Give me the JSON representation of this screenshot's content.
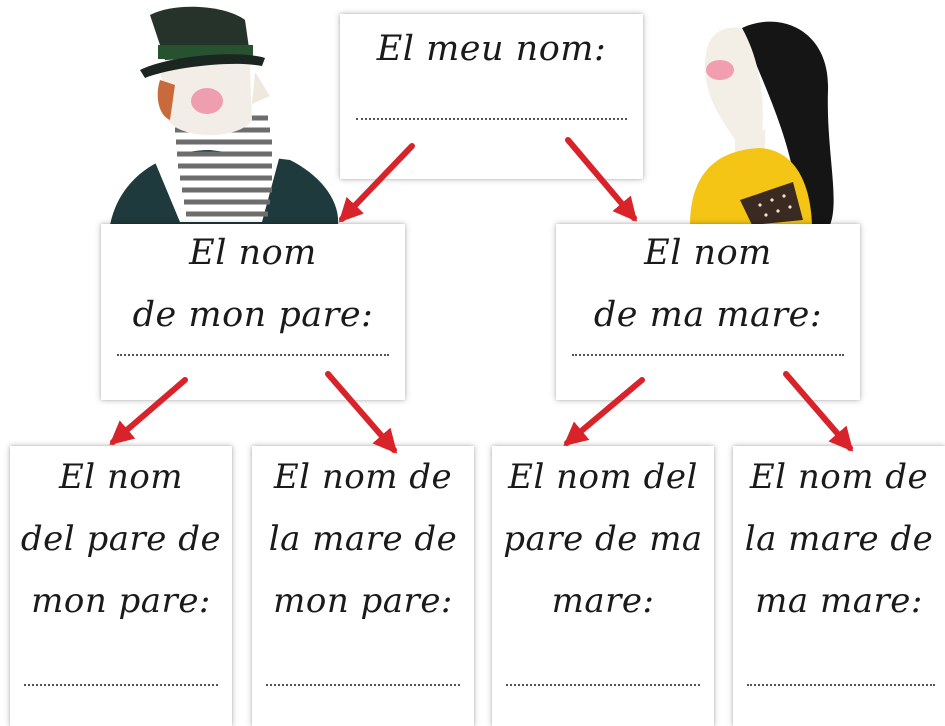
{
  "me": {
    "label": "El meu nom:"
  },
  "father": {
    "line1": "El nom",
    "line2": "de mon pare:"
  },
  "mother": {
    "line1": "El nom",
    "line2": "de ma mare:"
  },
  "grandparents": [
    {
      "line1": "El nom",
      "line2": "del pare de",
      "line3": "mon pare:"
    },
    {
      "line1": "El nom de",
      "line2": "la mare de",
      "line3": "mon pare:"
    },
    {
      "line1": "El nom del",
      "line2": "pare de ma",
      "line3": "mare:"
    },
    {
      "line1": "El nom de",
      "line2": "la mare de",
      "line3": "ma mare:"
    }
  ],
  "colors": {
    "arrow": "#d8232a",
    "card_text": "#1a1a1a",
    "dress": "#f4c514",
    "coat": "#1f3a3d"
  },
  "icons": [
    "man-with-hat-illustration",
    "woman-illustration",
    "arrow-icon"
  ]
}
